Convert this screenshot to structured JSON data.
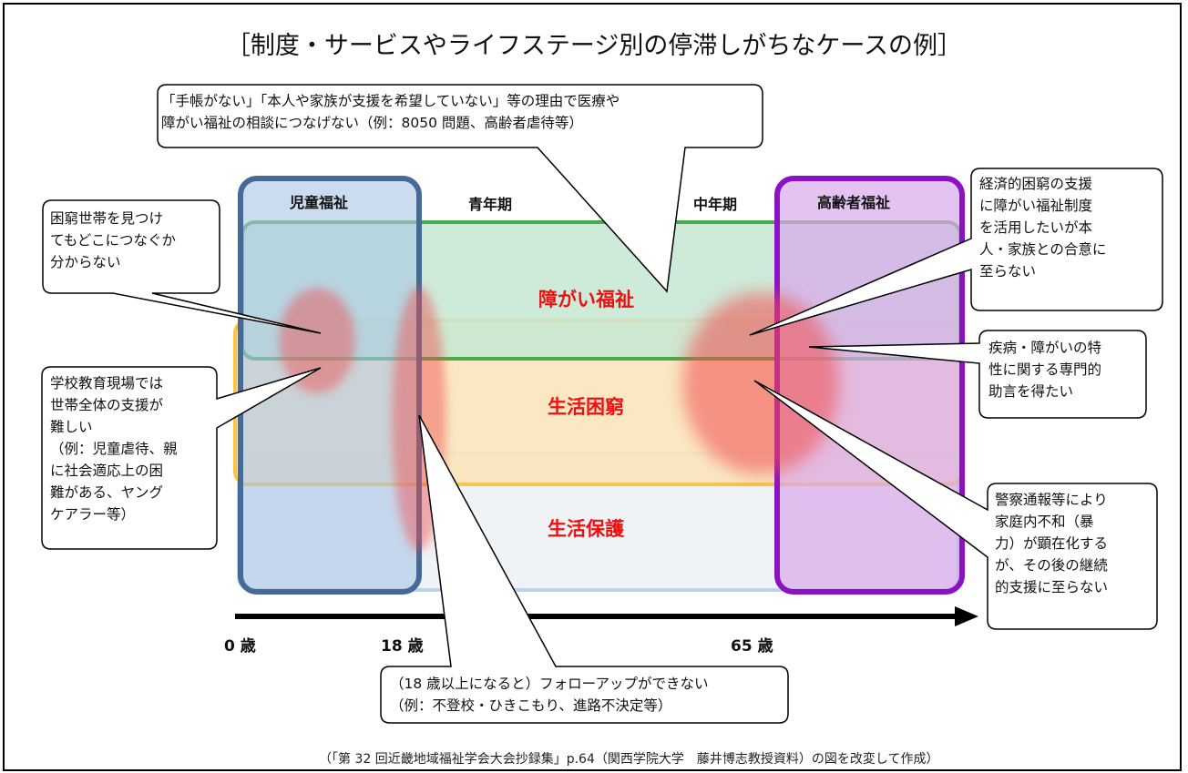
{
  "title": "［制度・サービスやライフステージ別の停滞しがちなケースの例］",
  "columns": {
    "child": "児童福祉",
    "youth": "青年期",
    "middle": "中年期",
    "elderly": "高齢者福祉"
  },
  "areas": {
    "disability": "障がい福祉",
    "poverty": "生活困窮",
    "welfare": "生活保護"
  },
  "ages": {
    "age0": "0 歳",
    "age18": "18 歳",
    "age65": "65 歳"
  },
  "callouts": {
    "top": "「手帳がない」「本人や家族が支援を希望していない」等の理由で医療や\n障がい福祉の相談につなげない（例：8050 問題、高齢者虐待等）",
    "left1": "困窮世帯を見つけ\nてもどこにつなぐか\n分からない",
    "left2": "学校教育現場では\n世帯全体の支援が\n難しい\n（例：児童虐待、親\nに社会適応上の困\n難がある、ヤング\nケアラー等）",
    "bottom": "（18 歳以上になると）フォローアップができない\n（例：不登校・ひきこもり、進路不決定等）",
    "right1": "経済的困窮の支援\nに障がい福祉制度\nを活用したいが本\n人・家族との合意に\n至らない",
    "right2": "疾病・障がいの特\n性に関する専門的\n助言を得たい",
    "right3": "警察通報等により\n家庭内不和（暴\n力）が顕在化する\nが、その後の継続\n的支援に至らない"
  },
  "caption": "（「第 32 回近畿地域福祉学会大会抄録集」p.64（関西学院大学　藤井博志教授資料）の図を改変して作成）",
  "colors": {
    "disability_fill": "#cde9d8",
    "disability_border": "#4aaa4a",
    "poverty_fill": "#fbe7be",
    "poverty_border": "#f6c54a",
    "welfare_fill": "#e9eef2",
    "welfare_border": "#bcd4ea",
    "child_fill": "#b7cce8",
    "child_border": "#456a98",
    "elderly_fill": "#dbb2ea",
    "elderly_border": "#8a12c2",
    "hotspot": "#f04a4a",
    "area_text": "#ee1111"
  }
}
